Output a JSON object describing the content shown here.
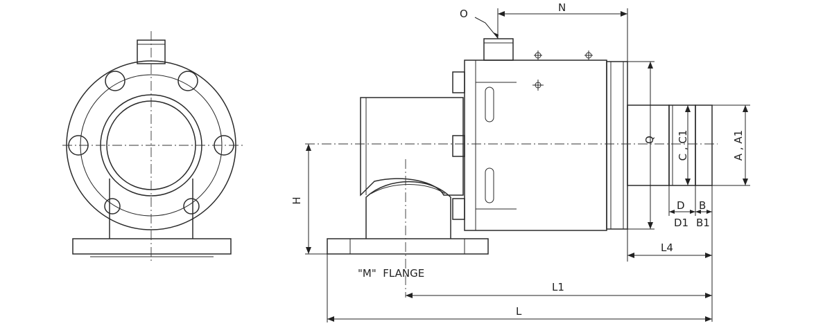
{
  "labels": {
    "o": "O",
    "n": "N",
    "q": "Q",
    "c_c1": "C , C1",
    "a_a1": "A , A1",
    "h": "H",
    "d": "D",
    "b": "B",
    "d1": "D1",
    "b1": "B1",
    "l4": "L4",
    "l1": "L1",
    "l": "L",
    "flange": "\"M\"  FLANGE"
  }
}
